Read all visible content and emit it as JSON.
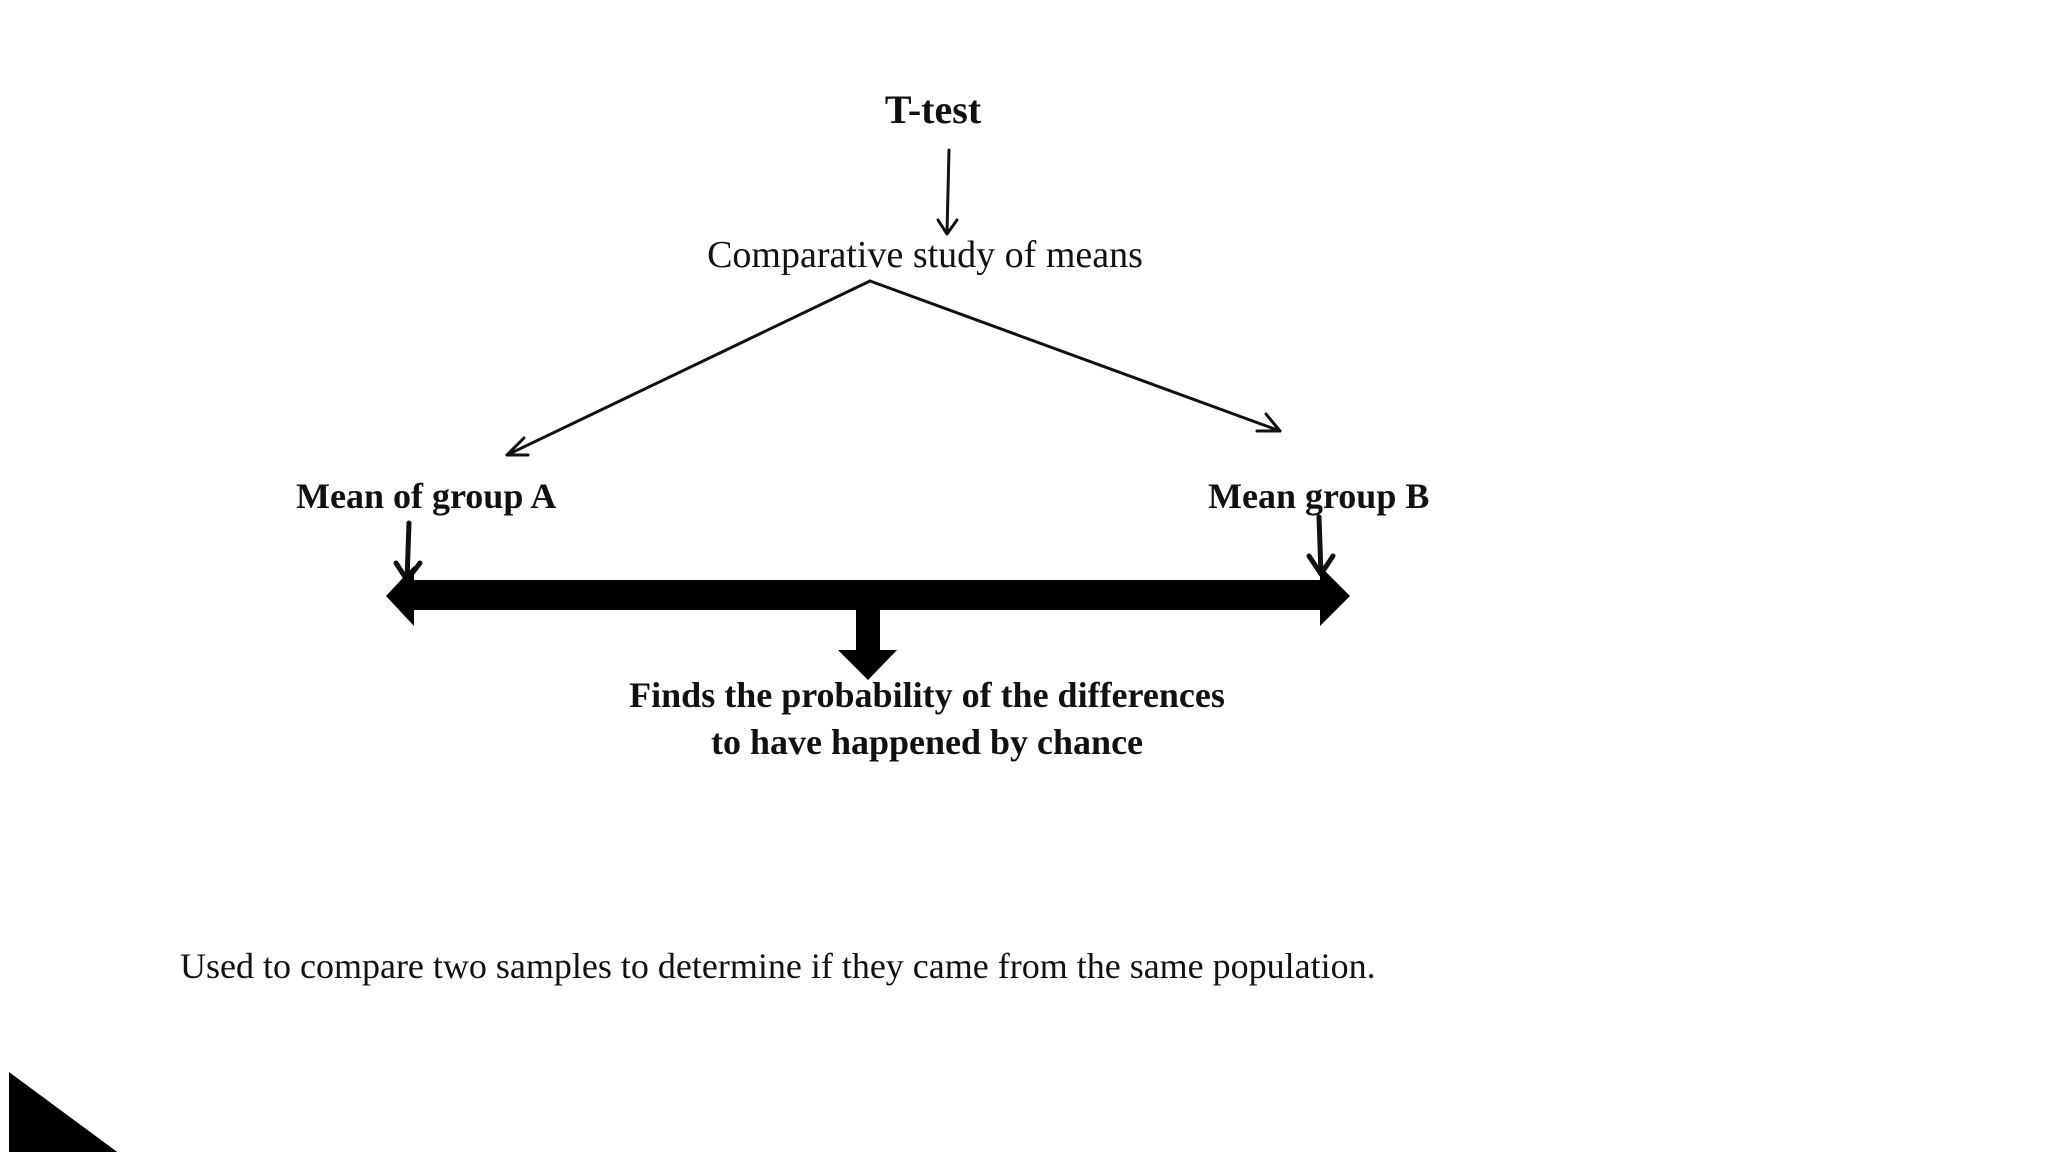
{
  "diagram": {
    "title": "T-test",
    "subtitle": "Comparative study of means",
    "group_a": "Mean of group A",
    "group_b": "Mean group B",
    "result_line1": "Finds the probability of the differences",
    "result_line2": "to have happened by chance",
    "footer": "Used to compare two samples to determine if they came from the same population."
  },
  "colors": {
    "ink": "#111111",
    "background": "#ffffff"
  }
}
